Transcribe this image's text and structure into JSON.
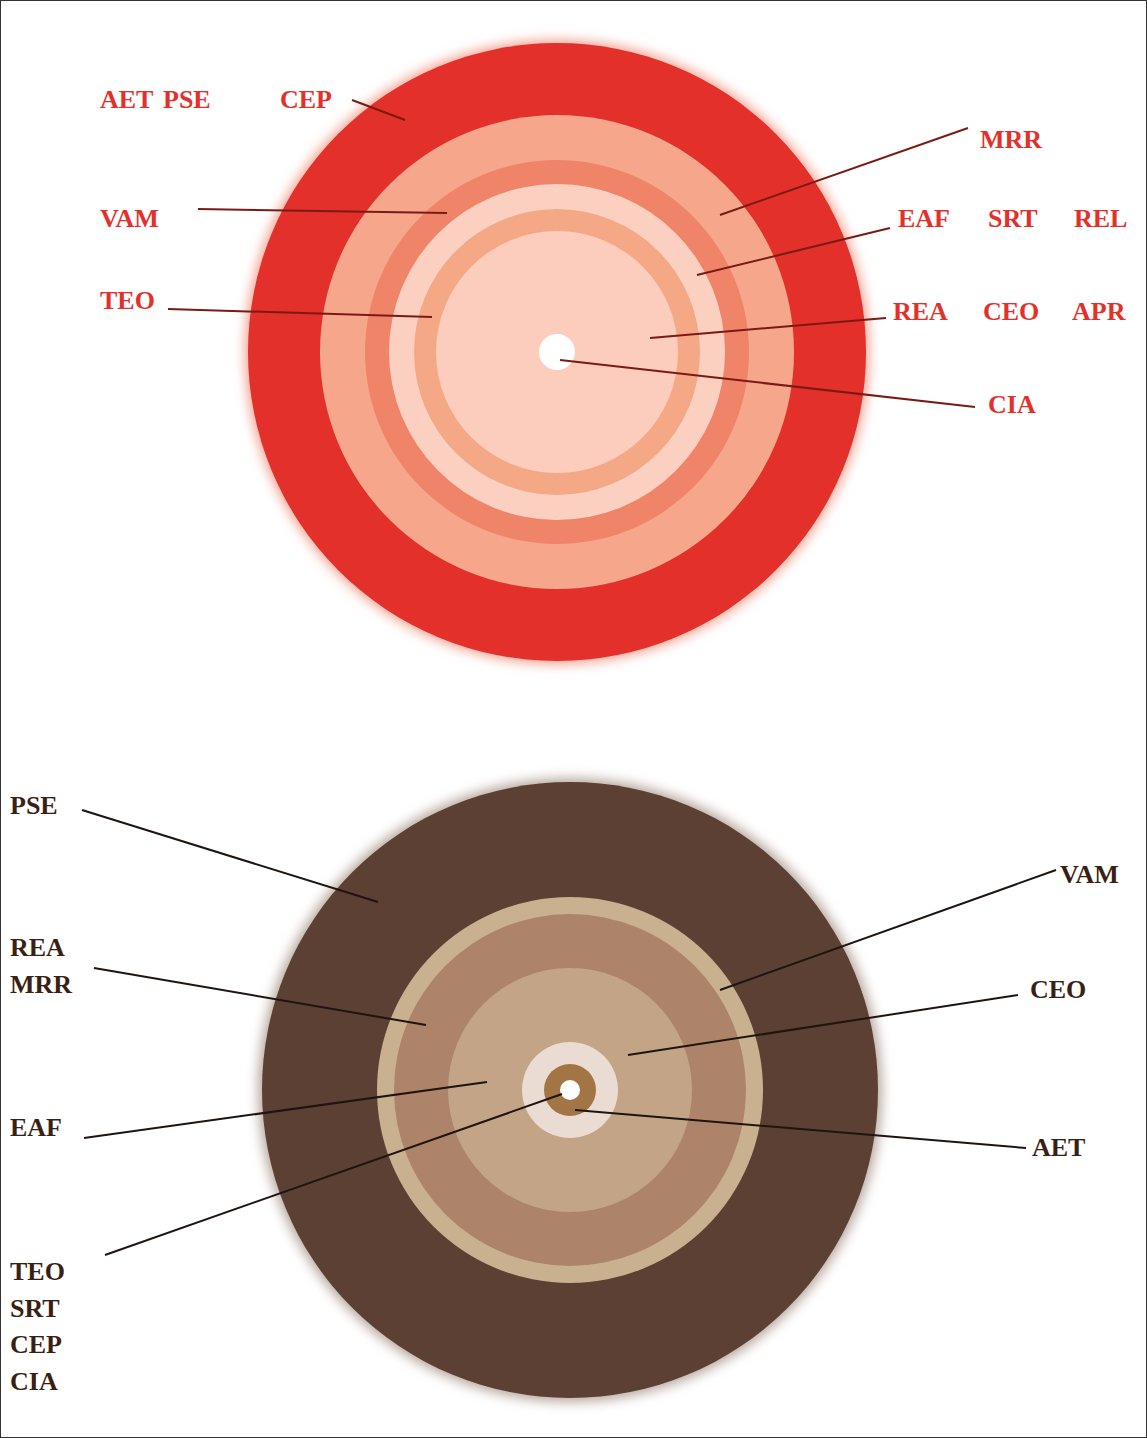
{
  "diagram": {
    "labels": [
      "AET",
      "PSE",
      "CEP",
      "VAM",
      "TEO",
      "MRR",
      "EAF",
      "SRT",
      "REL",
      "REA",
      "CEO",
      "APR",
      "CIA",
      "PSE",
      "REA",
      "MRR",
      "EAF",
      "TEO",
      "SRT",
      "CEP",
      "CIA",
      "VAM",
      "CEO",
      "AET"
    ]
  }
}
